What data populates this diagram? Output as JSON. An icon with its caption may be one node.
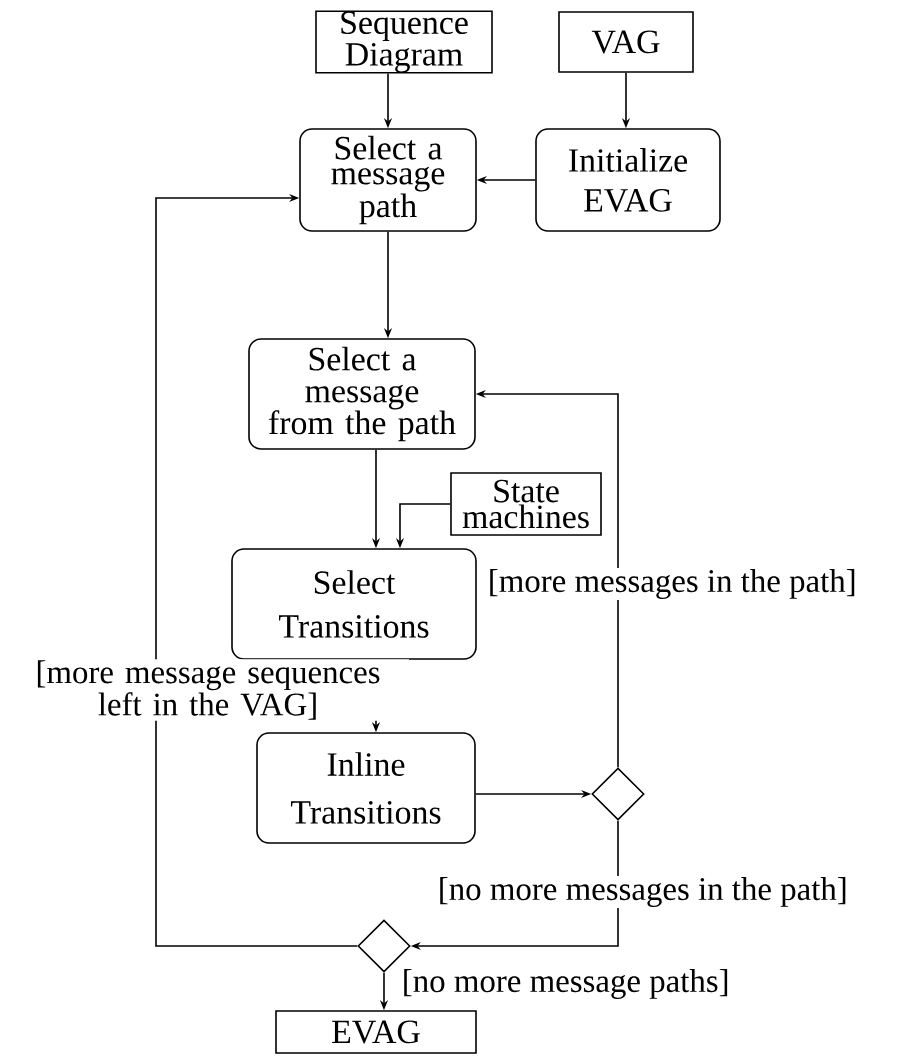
{
  "diagram": {
    "nodes": [
      {
        "text": [
          "Sequence Diagram"
        ]
      },
      {
        "text": [
          "VAG"
        ]
      },
      {
        "text": [
          "Select a message path"
        ]
      },
      {
        "text": [
          "Initialize EVAG"
        ]
      },
      {
        "text": [
          "Select a message from the path"
        ]
      },
      {
        "text": [
          "State machines"
        ]
      },
      {
        "text": [
          "Select Transitions"
        ]
      },
      {
        "text": [
          "Inline Transitions"
        ]
      },
      {
        "text": [],
        "shape": "diamond"
      },
      {
        "text": [],
        "shape": "diamond"
      },
      {
        "text": [
          "EVAG"
        ]
      }
    ],
    "edges": [
      {
        "from": 0,
        "to": 2,
        "arrow": "to"
      },
      {
        "from": 1,
        "to": 3,
        "arrow": "to"
      },
      {
        "from": 3,
        "to": 2,
        "arrow": "to"
      },
      {
        "from": 2,
        "to": 4,
        "arrow": "to"
      },
      {
        "from": 4,
        "to": 6,
        "arrow": "to"
      },
      {
        "from": 5,
        "to": 6,
        "arrow": "to"
      },
      {
        "from": 6,
        "to": 7,
        "arrow": "to"
      },
      {
        "from": 7,
        "to": 8,
        "arrow": "to"
      },
      {
        "from": 8,
        "to": 4,
        "arrow": "to",
        "label": "[more messages in the path]"
      },
      {
        "from": 8,
        "to": 9,
        "arrow": "to",
        "label": "[no more messages in the path]"
      },
      {
        "from": 9,
        "to": 2,
        "arrow": "to",
        "label": "[more message sequences left in the VAG]"
      },
      {
        "from": 9,
        "to": 10,
        "arrow": "to",
        "label": "[no more message paths]"
      }
    ]
  }
}
